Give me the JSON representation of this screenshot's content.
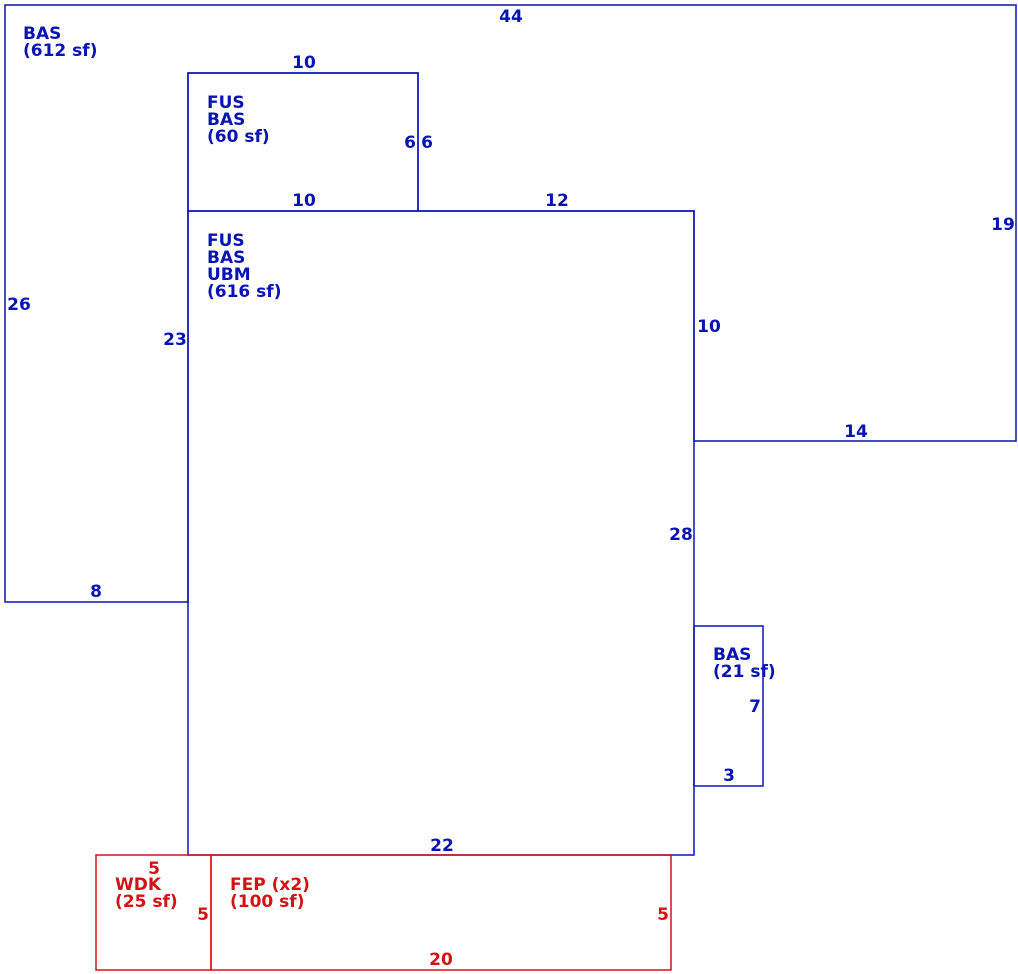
{
  "colors": {
    "living_area": "#0a14b4",
    "exterior": "#d21414",
    "background": "#ffffff"
  },
  "areas": {
    "bas_main": {
      "lines": [
        "BAS",
        "(612 sf)"
      ]
    },
    "fus_small": {
      "lines": [
        "FUS",
        "BAS",
        "(60 sf)"
      ]
    },
    "fus_main": {
      "lines": [
        "FUS",
        "BAS",
        "UBM",
        "(616 sf)"
      ]
    },
    "bas_small": {
      "lines": [
        "BAS",
        "(21 sf)"
      ]
    },
    "wdk": {
      "lines": [
        "WDK",
        "(25 sf)"
      ]
    },
    "fep": {
      "lines": [
        "FEP (x2)",
        "(100 sf)"
      ]
    }
  },
  "dimensions": {
    "bas_top": "44",
    "bas_right": "19",
    "bas_left": "26",
    "bas_bottom_left": "8",
    "bas_inner_bottom": "14",
    "bas_inner_right": "10",
    "fus_small_top": "10",
    "fus_small_bottom": "10",
    "fus_small_side_a": "6",
    "fus_small_side_b": "6",
    "fus_main_top_right": "12",
    "fus_main_left": "23",
    "fus_main_right": "28",
    "fus_main_bottom": "22",
    "bas_small_right": "7",
    "bas_small_bottom": "3",
    "wdk_top": "5",
    "wdk_right": "5",
    "fep_right": "5",
    "fep_bottom": "20"
  }
}
